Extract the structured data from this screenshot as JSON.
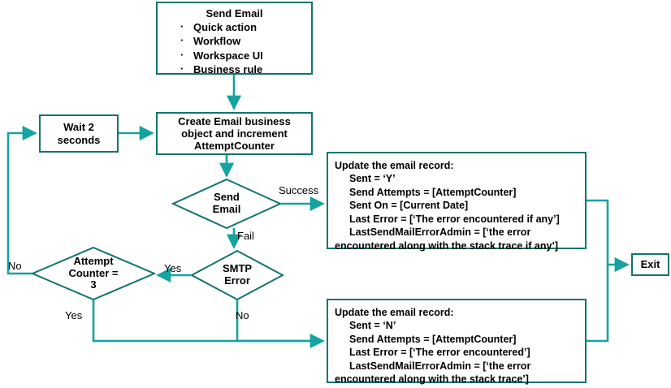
{
  "diagram": {
    "title": "Send Email processing flowchart",
    "colors": {
      "node_border": "#12746f",
      "connector": "#15a3a0",
      "background": "#ffffff",
      "text": "#000000"
    },
    "nodes": {
      "send_email_sources": {
        "title": "Send Email",
        "bullet_glyph": "·",
        "items": [
          "Quick action",
          "Workflow",
          "Workspace UI",
          "Business  rule"
        ]
      },
      "wait": {
        "label": "Wait 2\nseconds"
      },
      "create_email": {
        "label": "Create Email business\nobject and increment\nAttemptCounter"
      },
      "send_email_decision": {
        "label": "Send\nEmail"
      },
      "smtp_error": {
        "label": "SMTP\nError"
      },
      "attempt_counter": {
        "label": "Attempt\nCounter =\n3"
      },
      "update_success": {
        "head": "Update the email record:",
        "lines": [
          "Sent = ‘Y’",
          "Send Attempts  = [AttemptCounter]",
          "Sent On = [Current Date]",
          "Last Error  = [‘The error encountered if any’]",
          "LastSendMailErrorAdmin  = [‘the error"
        ],
        "wrap_line": "encountered  along with the stack  trace if any’]"
      },
      "update_fail": {
        "head": "Update the email record:",
        "lines": [
          "Sent = ‘N’",
          "Send Attempts  = [AttemptCounter]",
          "Last Error  = [‘The error encountered’]",
          "LastSendMailErrorAdmin  = [‘the error"
        ],
        "wrap_line": "encountered  along with the stack  trace’]"
      },
      "exit": {
        "label": "Exit"
      }
    },
    "edge_labels": {
      "success": "Success",
      "fail": "Fail",
      "yes_smtp": "Yes",
      "no_smtp": "No",
      "no_attempt": "No",
      "yes_attempt": "Yes"
    }
  }
}
